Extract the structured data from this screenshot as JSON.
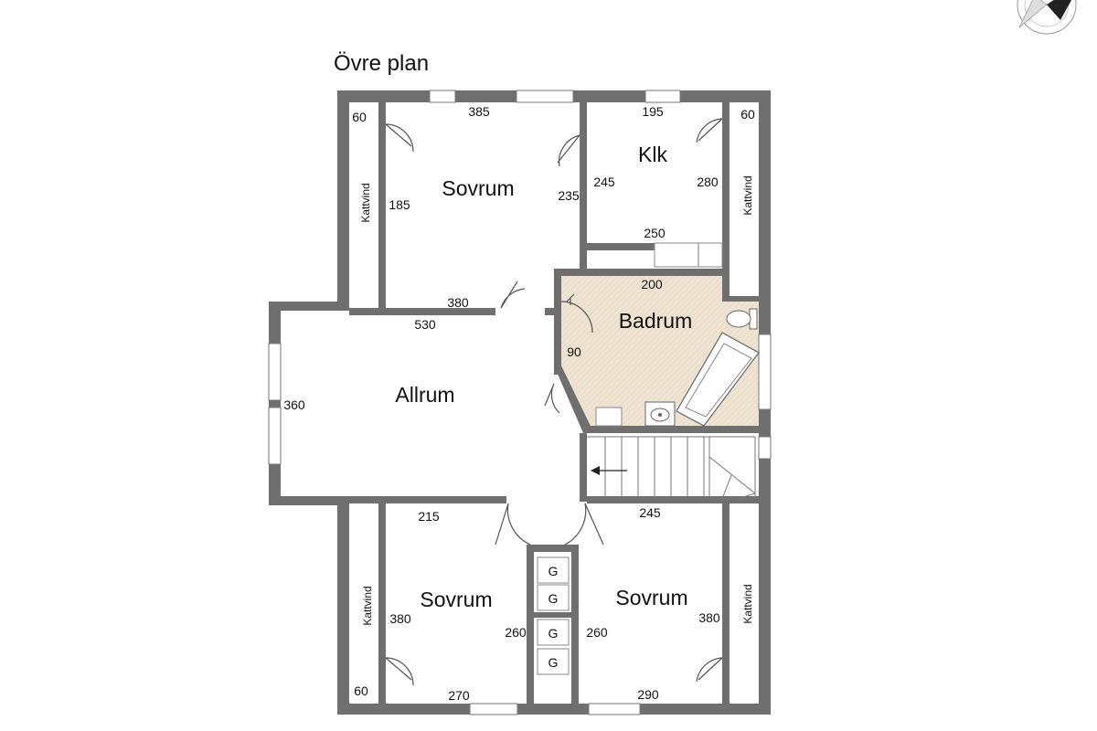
{
  "plan_title": "Övre plan",
  "rooms": {
    "sovrum_top": "Sovrum",
    "klk": "Klk",
    "badrum": "Badrum",
    "allrum": "Allrum",
    "sovrum_bl": "Sovrum",
    "sovrum_br": "Sovrum",
    "kattvind_tl": "Kattvind",
    "kattvind_tr": "Kattvind",
    "kattvind_bl": "Kattvind",
    "kattvind_br": "Kattvind"
  },
  "dims": {
    "d60_tl": "60",
    "d385": "385",
    "d195": "195",
    "d60_tr": "60",
    "d185": "185",
    "d235": "235",
    "d245": "245",
    "d280": "280",
    "d250": "250",
    "d200": "200",
    "d380_top": "380",
    "d530": "530",
    "d90": "90",
    "d360": "360",
    "d215": "215",
    "d245b": "245",
    "d380_bl": "380",
    "d260_l": "260",
    "d260_r": "260",
    "d380_br": "380",
    "d60_bl": "60",
    "d270": "270",
    "d290": "290"
  },
  "closets": [
    "G",
    "G",
    "G",
    "G"
  ],
  "colors": {
    "wall": "#6f6f6f",
    "bathroom_floor": "#efe3d2"
  }
}
